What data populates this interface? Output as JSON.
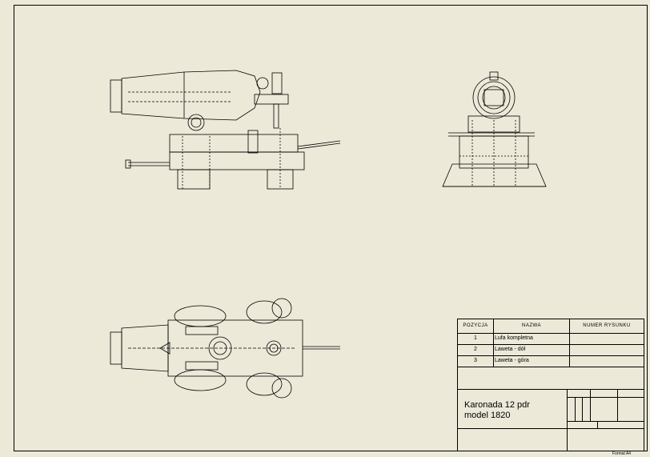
{
  "title_block": {
    "bom_headers": {
      "position": "POZYCJA",
      "name": "NAZWA",
      "drawing_number": "NUMER RYSUNKU"
    },
    "bom_rows": [
      {
        "position": "1",
        "name": "Lufa kompletna",
        "drawing_number": ""
      },
      {
        "position": "2",
        "name": "Laweta - dół",
        "drawing_number": ""
      },
      {
        "position": "3",
        "name": "Laweta - góra",
        "drawing_number": ""
      }
    ],
    "title_line1": "Karonada 12 pdr",
    "title_line2": "model 1820",
    "format_label": "Format A4"
  },
  "views": [
    "side-view",
    "front-view",
    "top-view"
  ],
  "colors": {
    "background": "#ECE9D8",
    "line": "#000000"
  }
}
